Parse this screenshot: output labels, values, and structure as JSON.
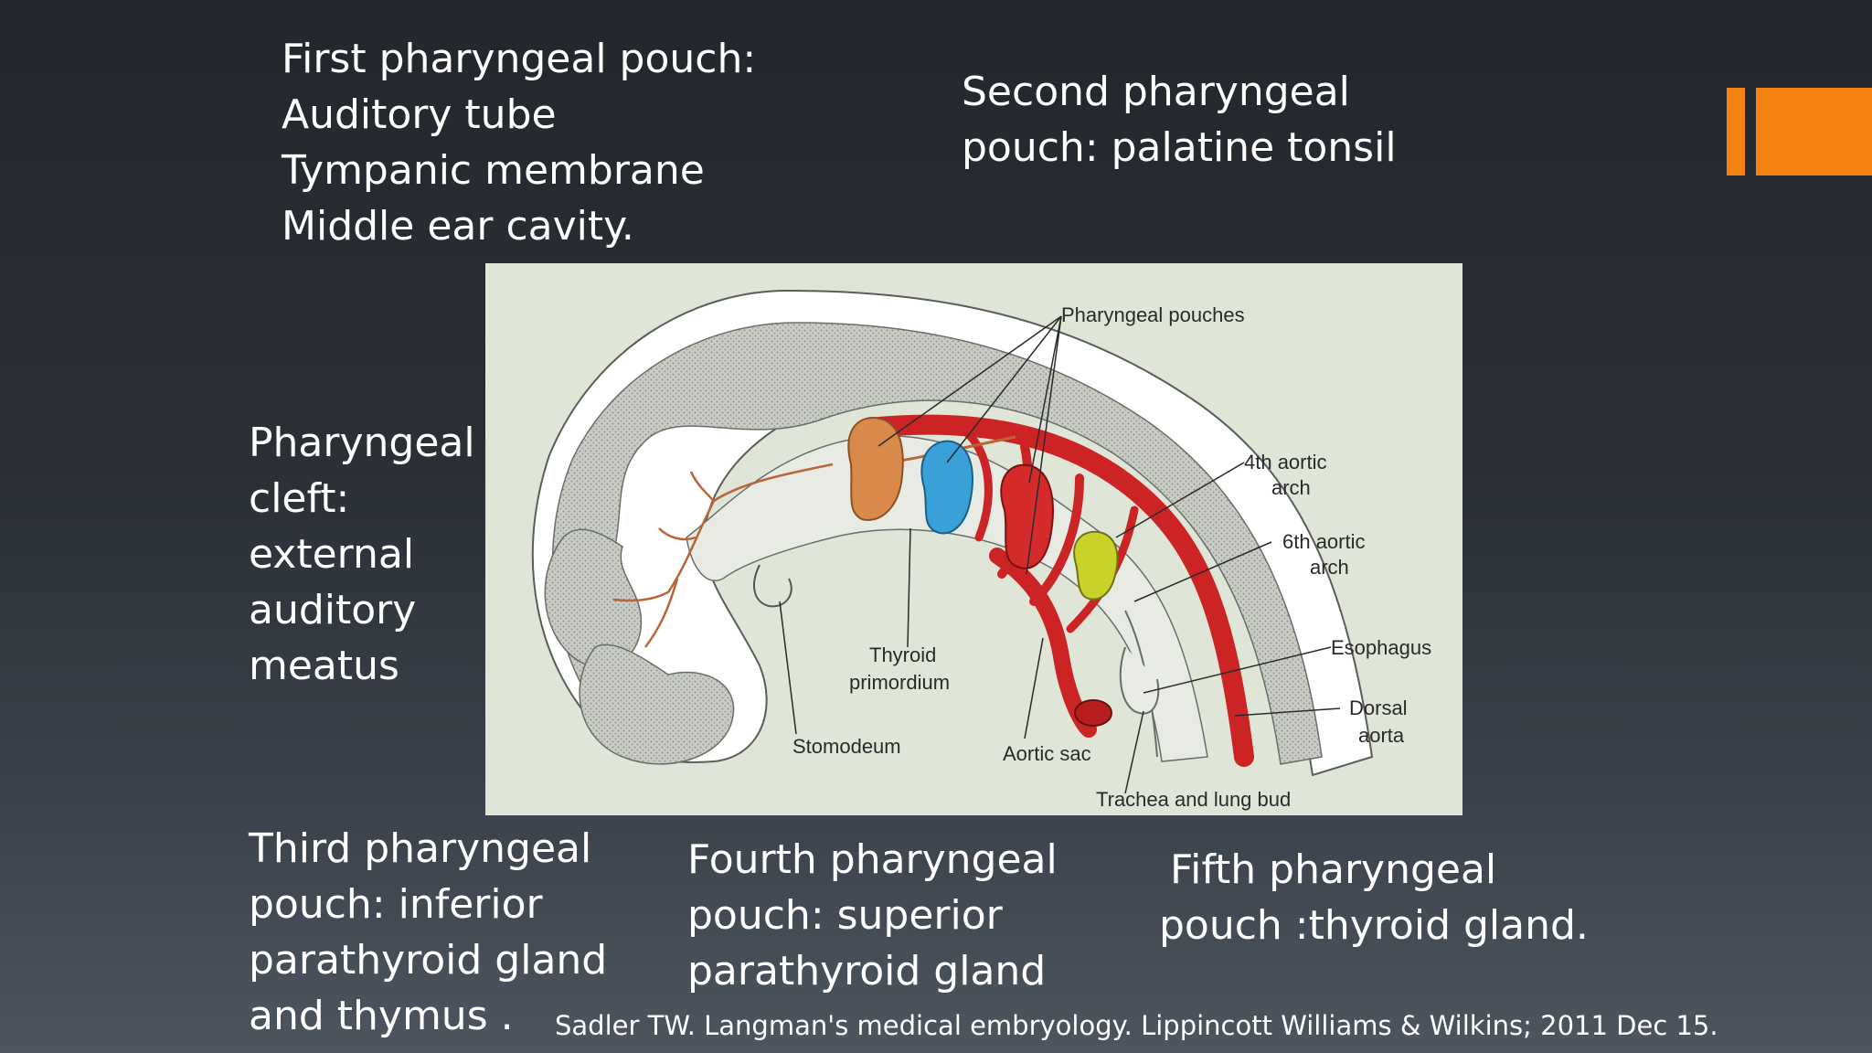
{
  "first_pouch": [
    "First pharyngeal pouch:",
    "Auditory tube",
    "Tympanic membrane",
    "Middle ear cavity."
  ],
  "second_pouch": [
    "Second pharyngeal",
    "pouch: palatine tonsil"
  ],
  "cleft": [
    "Pharyngeal",
    "cleft:",
    "external",
    "auditory",
    "meatus"
  ],
  "third_pouch": [
    "Third pharyngeal",
    "pouch: inferior",
    "parathyroid gland",
    "and thymus ."
  ],
  "fourth_pouch": [
    "Fourth pharyngeal",
    "pouch: superior",
    "parathyroid gland"
  ],
  "fifth_pouch": [
    "Fifth pharyngeal",
    "pouch :thyroid gland."
  ],
  "citation": "Sadler TW. Langman's medical embryology. Lippincott Williams & Wilkins; 2011 Dec 15.",
  "figure_labels": {
    "pharyngeal_pouches": "Pharyngeal pouches",
    "aortic_arch_4": [
      "4th aortic",
      "arch"
    ],
    "aortic_arch_6": [
      "6th aortic",
      "arch"
    ],
    "esophagus": "Esophagus",
    "dorsal_aorta": [
      "Dorsal",
      "aorta"
    ],
    "thyroid_primordium": [
      "Thyroid",
      "primordium"
    ],
    "stomodeum": "Stomodeum",
    "aortic_sac": "Aortic sac",
    "trachea": "Trachea and lung bud"
  },
  "colors": {
    "accent": "#f5820f",
    "pouch_1": "#d9894a",
    "pouch_2": "#3aa0d8",
    "pouch_3": "#d42a2a",
    "pouch_4": "#c8d22a",
    "aorta": "#cc2424",
    "figure_bg": "#dfe6d8"
  }
}
